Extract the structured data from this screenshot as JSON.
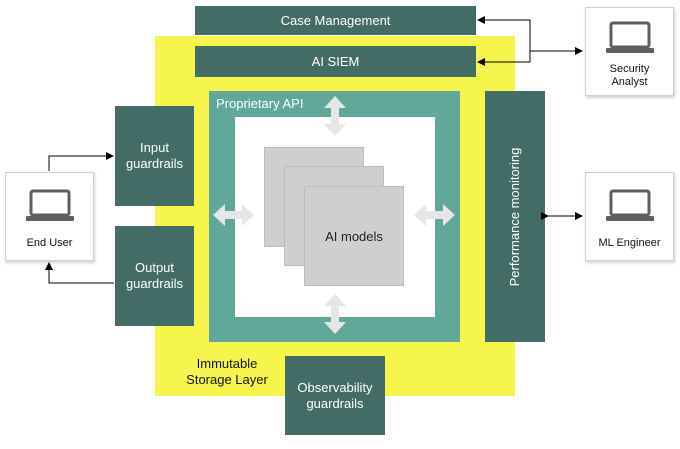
{
  "blocks": {
    "case_management": "Case Management",
    "ai_siem": "AI SIEM",
    "proprietary_api": "Proprietary API",
    "ai_models": "AI models",
    "input_guardrails": "Input\nguardrails",
    "output_guardrails": "Output\nguardrails",
    "performance_monitoring": "Performance monitoring",
    "observability_guardrails": "Observability\nguardrails",
    "immutable_storage": "Immutable\nStorage Layer"
  },
  "actors": {
    "security_analyst": "Security\nAnalyst",
    "end_user": "End User",
    "ml_engineer": "ML Engineer"
  },
  "colors": {
    "dark_block": "#436c67",
    "yellow_layer": "#f5f54b",
    "api_frame": "#62a89a",
    "model_gray": "#cfcfcf",
    "arrow_light": "#e6e6e6"
  },
  "icons": {
    "actor_device": "laptop-icon"
  }
}
